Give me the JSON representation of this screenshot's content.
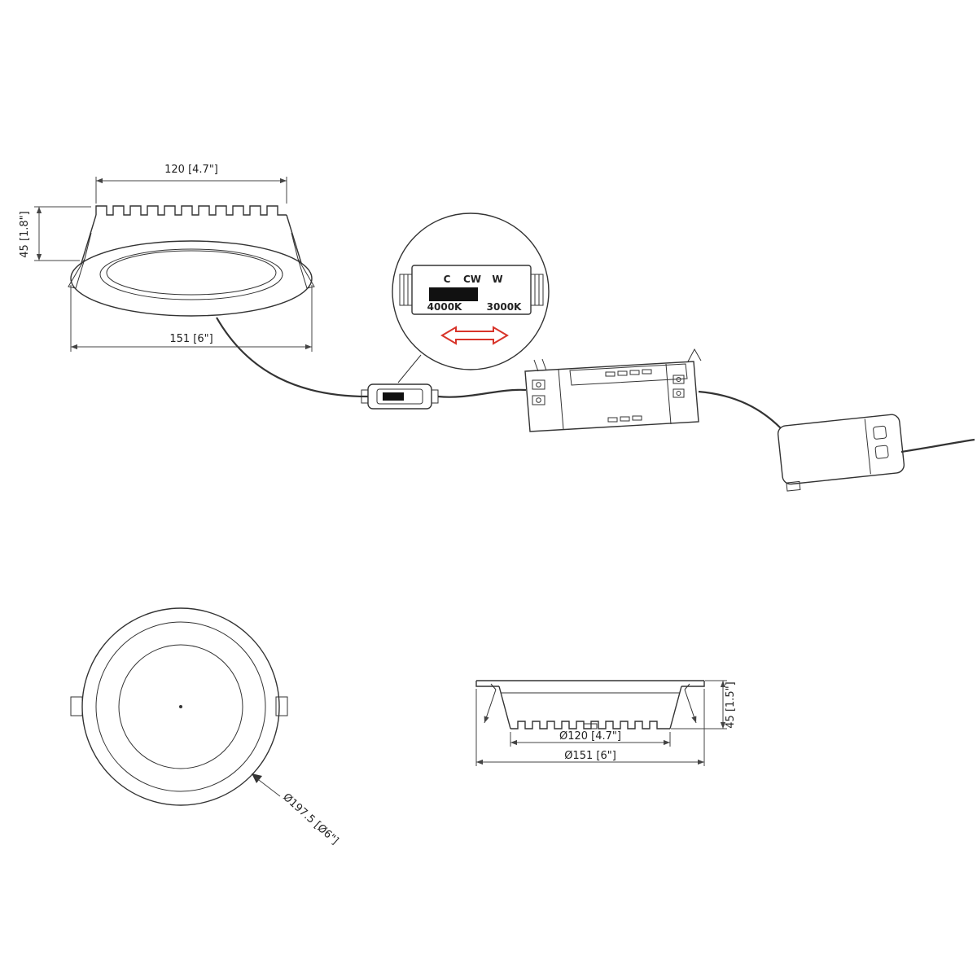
{
  "drawing": {
    "side_view": {
      "dim_top_width": "120 [4.7\"]",
      "dim_recess_height": "45 [1.8\"]",
      "dim_overall_width": "151 [6\"]"
    },
    "cct_selector": {
      "label_cool": "C",
      "label_mid": "CW",
      "label_warm": "W",
      "value_left": "4000K",
      "value_right": "3000K",
      "arrow_color": "#d8342a"
    },
    "front_view": {
      "dim_outer_diameter": "Ø197.5 [Ø6\"]"
    },
    "section_view": {
      "dim_cutout_diameter": "Ø120 [4.7\"]",
      "dim_overall_diameter": "Ø151 [6\"]",
      "dim_height": "45 [1.5\"]"
    }
  }
}
